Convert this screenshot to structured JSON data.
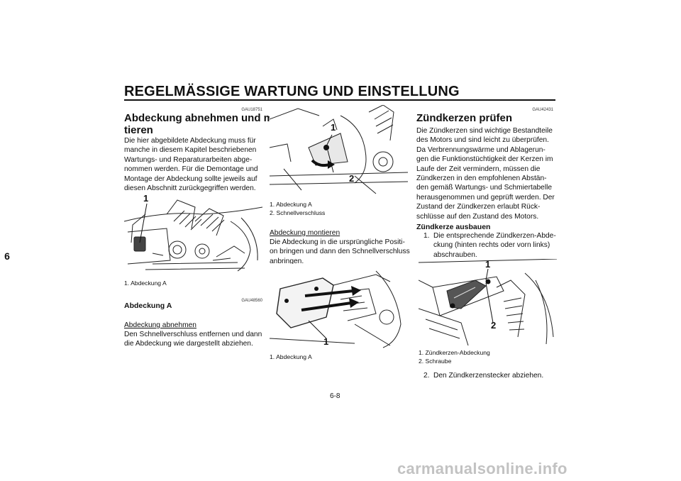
{
  "header": {
    "title": "REGELMÄSSIGE WARTUNG UND EINSTELLUNG"
  },
  "chapter_tab": "6",
  "page_number": "6-8",
  "col1": {
    "code1": "GAU18751",
    "title_line1": "Abdeckung abnehmen und mon-",
    "title_line2": "tieren",
    "intro": [
      "Die hier abgebildete Abdeckung muss für",
      "manche in diesem Kapitel beschriebenen",
      "Wartungs- und Reparaturarbeiten abge-",
      "nommen werden. Für die Demontage und",
      "Montage der Abdeckung sollte jeweils auf",
      "diesen Abschnitt zurückgegriffen werden."
    ],
    "fig_callout": "1",
    "fig_caption": "1.  Abdeckung A",
    "code2": "GAU48560",
    "subtitle": "Abdeckung A",
    "sub_heading": "Abdeckung abnehmen",
    "remove_text": [
      "Den Schnellverschluss entfernen und dann",
      "die Abdeckung wie dargestellt abziehen."
    ]
  },
  "col2": {
    "fig1_callout1": "1",
    "fig1_callout2": "2",
    "fig1_caption1": "1.  Abdeckung A",
    "fig1_caption2": "2.  Schnellverschluss",
    "sub_heading": "Abdeckung montieren",
    "install_text": [
      "Die Abdeckung in die ursprüngliche Positi-",
      "on bringen und dann den Schnellverschluss",
      "anbringen."
    ],
    "fig2_callout": "1",
    "fig2_caption": "1.  Abdeckung A"
  },
  "col3": {
    "code": "GAU42431",
    "title": "Zündkerzen prüfen",
    "intro": [
      "Die Zündkerzen sind wichtige Bestandteile",
      "des Motors und sind leicht zu überprüfen.",
      "Da Verbrennungswärme und Ablagerun-",
      "gen die Funktionstüchtigkeit der Kerzen im",
      "Laufe der Zeit vermindern, müssen die",
      "Zündkerzen in den empfohlenen Abstän-",
      "den gemäß Wartungs- und Schmiertabelle",
      "herausgenommen und geprüft werden. Der",
      "Zustand der Zündkerzen erlaubt Rück-",
      "schlüsse auf den Zustand des Motors."
    ],
    "subtitle": "Zündkerze ausbauen",
    "step1_num": "1.",
    "step1_lines": [
      "Die entsprechende Zündkerzen-Abde-",
      "ckung (hinten rechts oder vorn links)",
      "abschrauben."
    ],
    "fig_callout1": "1",
    "fig_callout2": "2",
    "fig_caption1": "1.  Zündkerzen-Abdeckung",
    "fig_caption2": "2.  Schraube",
    "step2_num": "2.",
    "step2_text": "Den Zündkerzenstecker abziehen."
  },
  "watermark": "carmanualsonline.info"
}
